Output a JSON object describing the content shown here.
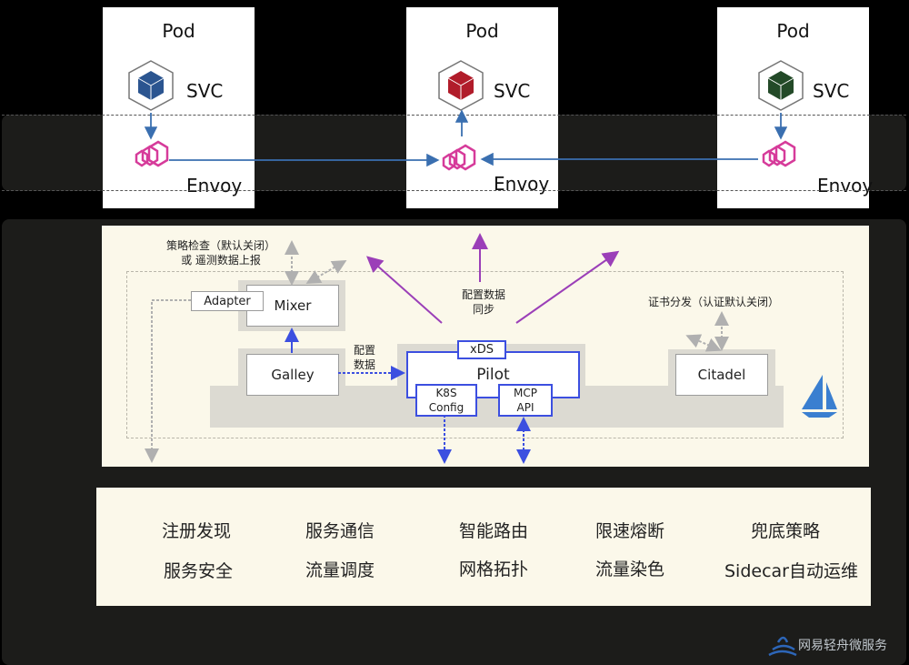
{
  "pods": [
    {
      "title": "Pod",
      "svc": "SVC",
      "envoy": "Envoy",
      "cube_color": "#2b5590"
    },
    {
      "title": "Pod",
      "svc": "SVC",
      "envoy": "Envoy",
      "cube_color": "#b11c2a"
    },
    {
      "title": "Pod",
      "svc": "SVC",
      "envoy": "Envoy",
      "cube_color": "#234a28"
    }
  ],
  "control_plane": {
    "policy_note_line1": "策略检查（默认关闭）",
    "policy_note_line2": "或 遥测数据上报",
    "adapter": "Adapter",
    "mixer": "Mixer",
    "galley": "Galley",
    "config_data_line1": "配置",
    "config_data_line2": "数据",
    "sync_line1": "配置数据",
    "sync_line2": "同步",
    "xds": "xDS",
    "pilot": "Pilot",
    "k8s_line1": "K8S",
    "k8s_line2": "Config",
    "mcp_line1": "MCP",
    "mcp_line2": "API",
    "cert_note": "证书分发（认证默认关闭）",
    "citadel": "Citadel"
  },
  "features": {
    "row1": [
      "注册发现",
      "服务通信",
      "智能路由",
      "限速熔断",
      "兜底策略"
    ],
    "row2": [
      "服务安全",
      "流量调度",
      "网格拓扑",
      "流量染色",
      "Sidecar自动运维"
    ]
  },
  "brand": "网易轻舟微服务",
  "colors": {
    "arrow_blue": "#3a6fb0",
    "pilot_blue": "#3c4fe0",
    "sync_purple": "#9b3fb8",
    "envoy_pink": "#d63b9a",
    "istio_blue": "#3a7fd0"
  }
}
